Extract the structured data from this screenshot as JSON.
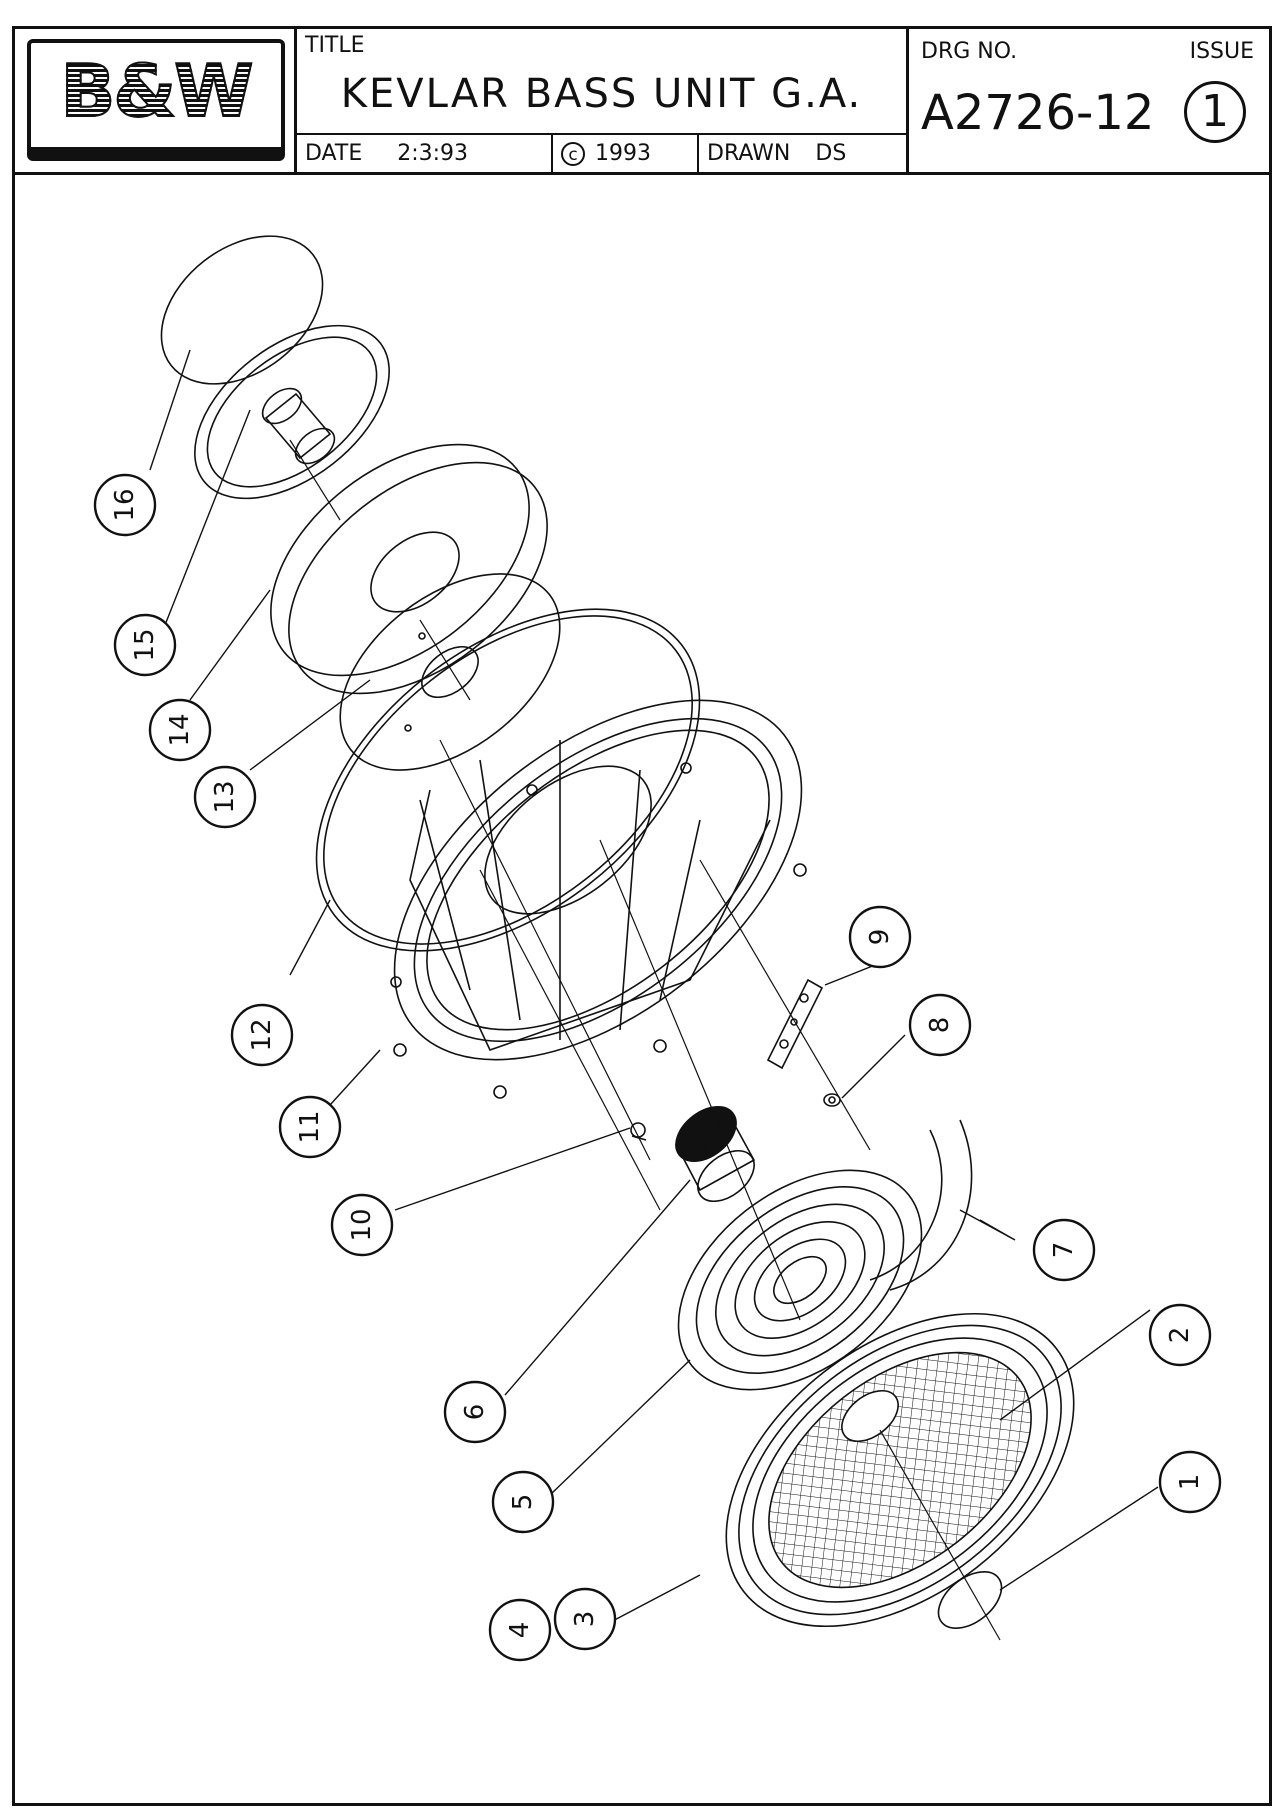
{
  "logo": {
    "text": "B&W"
  },
  "title_block": {
    "title_label": "TITLE",
    "title": "KEVLAR BASS UNIT G.A.",
    "date_label": "DATE",
    "date": "2:3:93",
    "copyright_symbol": "c",
    "copyright_year": "1993",
    "drawn_label": "DRAWN",
    "drawn_by": "DS",
    "drg_label": "DRG NO.",
    "issue_label": "ISSUE",
    "drg_number": "A2726-12",
    "issue": "1"
  },
  "callouts": [
    "1",
    "2",
    "3",
    "4",
    "5",
    "6",
    "7",
    "8",
    "9",
    "10",
    "11",
    "12",
    "13",
    "14",
    "15",
    "16"
  ]
}
